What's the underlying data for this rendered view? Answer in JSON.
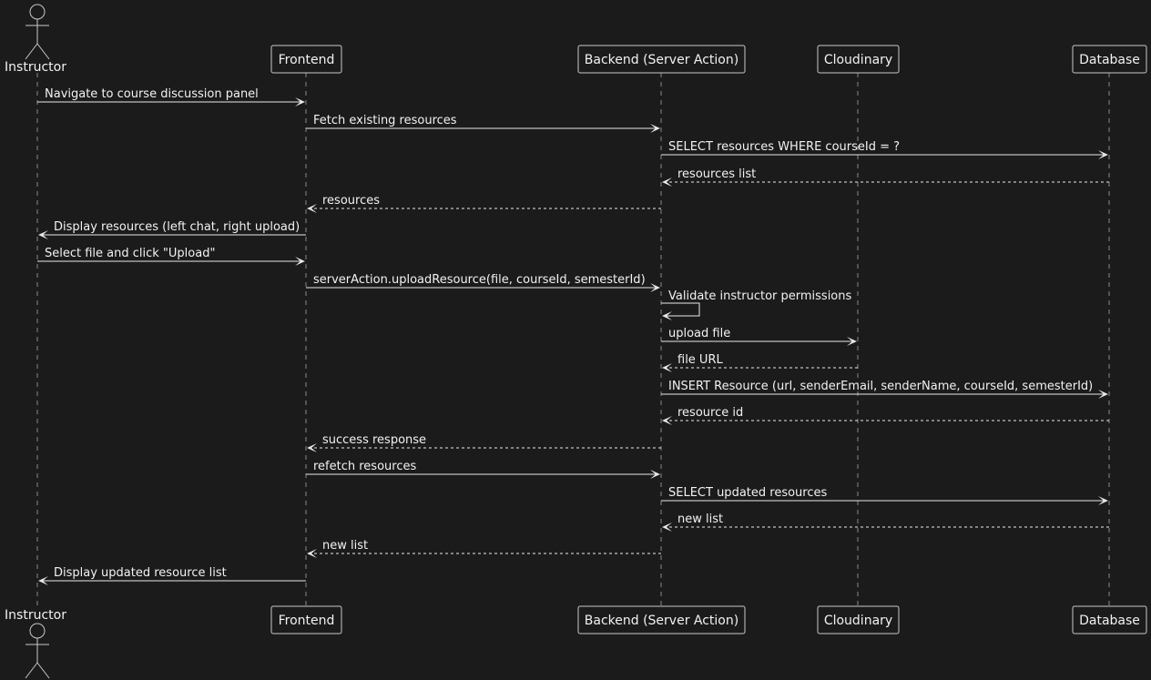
{
  "participants": [
    {
      "id": "instructor",
      "label": "Instructor",
      "kind": "actor"
    },
    {
      "id": "frontend",
      "label": "Frontend",
      "kind": "participant"
    },
    {
      "id": "backend",
      "label": "Backend (Server Action)",
      "kind": "participant"
    },
    {
      "id": "cloudinary",
      "label": "Cloudinary",
      "kind": "participant"
    },
    {
      "id": "database",
      "label": "Database",
      "kind": "participant"
    }
  ],
  "messages": [
    {
      "from": "instructor",
      "to": "frontend",
      "label": "Navigate to course discussion panel",
      "style": "solid"
    },
    {
      "from": "frontend",
      "to": "backend",
      "label": "Fetch existing resources",
      "style": "solid"
    },
    {
      "from": "backend",
      "to": "database",
      "label": "SELECT resources WHERE courseId = ?",
      "style": "solid"
    },
    {
      "from": "database",
      "to": "backend",
      "label": "resources list",
      "style": "dashed"
    },
    {
      "from": "backend",
      "to": "frontend",
      "label": "resources",
      "style": "dashed"
    },
    {
      "from": "frontend",
      "to": "instructor",
      "label": "Display resources (left chat, right upload)",
      "style": "solid"
    },
    {
      "from": "instructor",
      "to": "frontend",
      "label": "Select file and click \"Upload\"",
      "style": "solid"
    },
    {
      "from": "frontend",
      "to": "backend",
      "label": "serverAction.uploadResource(file, courseId, semesterId)",
      "style": "solid"
    },
    {
      "from": "backend",
      "to": "backend",
      "label": "Validate instructor permissions",
      "style": "solid"
    },
    {
      "from": "backend",
      "to": "cloudinary",
      "label": "upload file",
      "style": "solid"
    },
    {
      "from": "cloudinary",
      "to": "backend",
      "label": "file URL",
      "style": "dashed"
    },
    {
      "from": "backend",
      "to": "database",
      "label": "INSERT Resource (url, senderEmail, senderName, courseId, semesterId)",
      "style": "solid"
    },
    {
      "from": "database",
      "to": "backend",
      "label": "resource id",
      "style": "dashed"
    },
    {
      "from": "backend",
      "to": "frontend",
      "label": "success response",
      "style": "dashed"
    },
    {
      "from": "frontend",
      "to": "backend",
      "label": "refetch resources",
      "style": "solid"
    },
    {
      "from": "backend",
      "to": "database",
      "label": "SELECT updated resources",
      "style": "solid"
    },
    {
      "from": "database",
      "to": "backend",
      "label": "new list",
      "style": "dashed"
    },
    {
      "from": "backend",
      "to": "frontend",
      "label": "new list",
      "style": "dashed"
    },
    {
      "from": "frontend",
      "to": "instructor",
      "label": "Display updated resource list",
      "style": "solid"
    }
  ],
  "colors": {
    "background": "#1b1b1b",
    "foreground": "#f2f2f2",
    "line": "#e8e8e8",
    "lifeline": "#8a8a8a"
  }
}
